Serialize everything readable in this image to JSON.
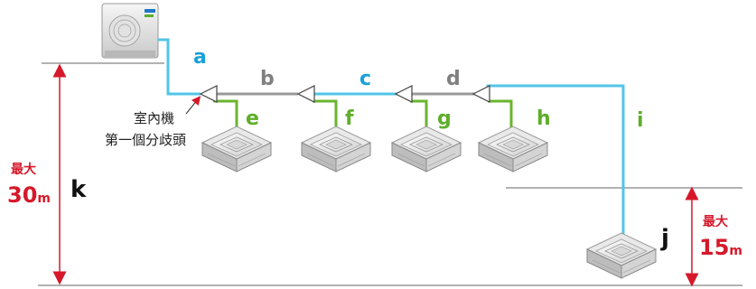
{
  "segments": {
    "a": "a",
    "b": "b",
    "c": "c",
    "d": "d",
    "e": "e",
    "f": "f",
    "g": "g",
    "h": "h",
    "i": "i",
    "j": "j",
    "k": "k"
  },
  "note": {
    "line1": "室內機",
    "line2": "第一個分歧頭"
  },
  "limit_left": {
    "label": "最大",
    "value": "30",
    "unit": "m"
  },
  "limit_right": {
    "label": "最大",
    "value": "15",
    "unit": "m"
  },
  "colors": {
    "blue_pipe": "#52c5e8",
    "gray_pipe": "#9a9a9a",
    "green_pipe": "#6ab42d",
    "label_blue": "#1aa0d8",
    "label_gray": "#808080",
    "label_green": "#5fae2a",
    "limit_red": "#d6182a"
  },
  "icons": [
    "outdoor-unit-icon",
    "cassette-unit-icon",
    "refnet-joint-icon"
  ]
}
